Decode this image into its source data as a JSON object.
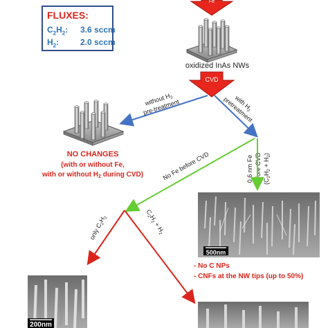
{
  "fluxes": {
    "title": "FLUXES:",
    "rows": [
      {
        "gas": "C2H2",
        "sep": ":",
        "value": "3.6 sccm"
      },
      {
        "gas": "H2",
        "sep": ":",
        "value": "2.0 sccm"
      }
    ]
  },
  "labels": {
    "top_arrow": "Fe",
    "oxidized": "oxidized InAs NWs",
    "cvd": "CVD",
    "without_h2_line1": "without H",
    "without_h2_line2": "pre-treatment",
    "with_h2_line1": "with H",
    "with_h2_line2": "pretreatment",
    "no_changes": "NO CHANGES",
    "no_changes_sub1": "(with or without Fe,",
    "no_changes_sub2": "with or without H",
    "no_changes_sub2_tail": " during CVD)",
    "fe_line1": "0.6 nm Fe",
    "fe_line2": "before CVD",
    "fe_line3": "(C",
    "no_fe": "No Fe before CVD",
    "only_c2h2": "only C",
    "c2h2_h2": "C",
    "result_1": "- No C NPs",
    "result_2": "- CNFs at the NW tips (up to 50%)"
  },
  "scalebars": {
    "right": "500nm",
    "left": "200nm"
  },
  "colors": {
    "red": "#d9251d",
    "blue": "#4472c4",
    "green": "#66cc33",
    "dark_red": "#c0201a",
    "box_border": "#2f4d8a",
    "text_blue": "#2e74b5"
  },
  "icons": [
    "arrow-down-icon",
    "nanowire-array-icon",
    "sem-image"
  ]
}
